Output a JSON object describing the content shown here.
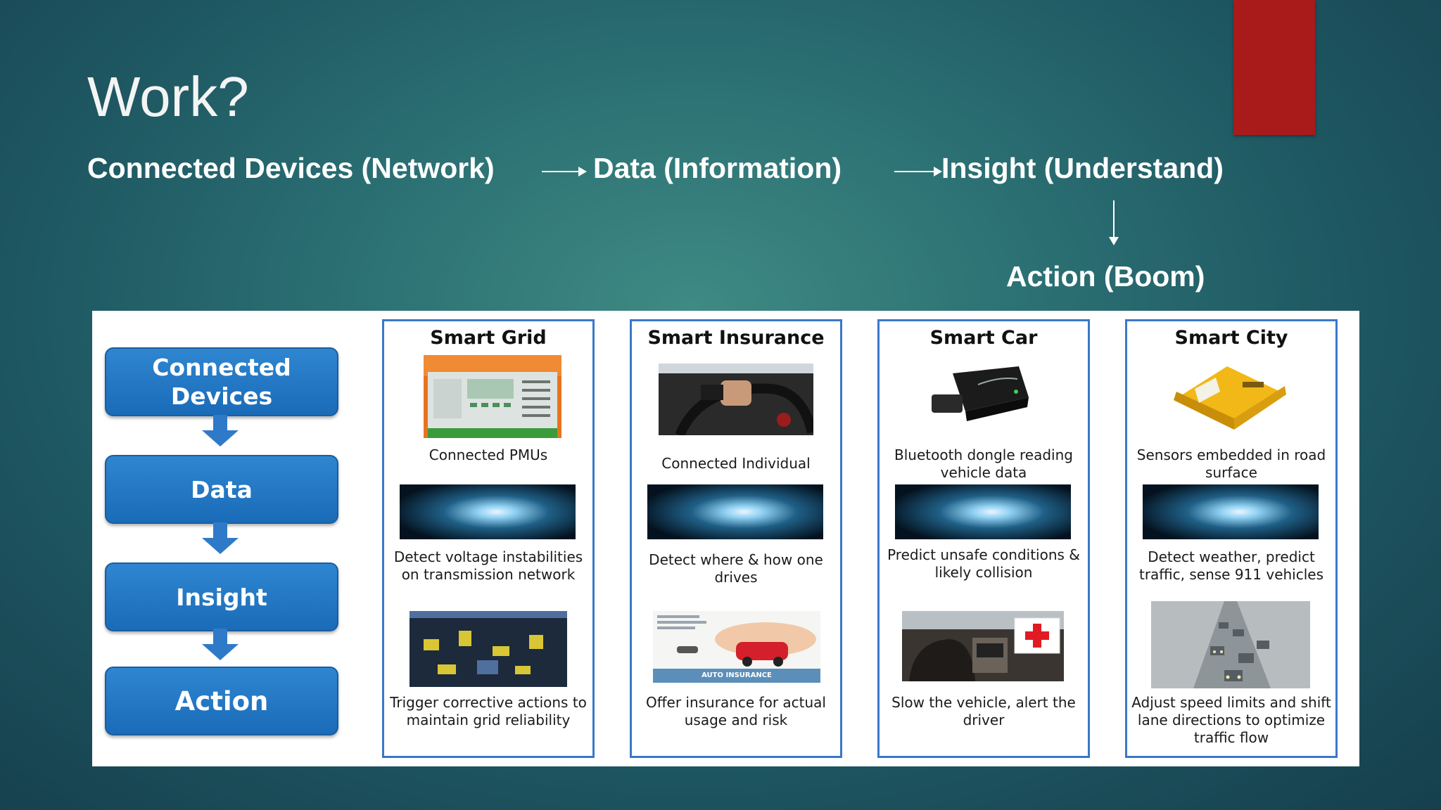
{
  "slide": {
    "title": "Work?",
    "flow": {
      "step1": "Connected Devices (Network)",
      "step2": "Data (Information)",
      "step3": "Insight (Understand)",
      "step4": "Action (Boom)"
    },
    "accent_color": "#a91a1a"
  },
  "diagram": {
    "stages": [
      "Connected Devices",
      "Data",
      "Insight",
      "Action"
    ],
    "stage_color": "#1f73bd",
    "columns": [
      {
        "title": "Smart Grid",
        "device": "Connected PMUs",
        "data": "Detect voltage instabilities on transmission network",
        "action": "Trigger corrective actions to maintain grid reliability"
      },
      {
        "title": "Smart Insurance",
        "device": "Connected Individual",
        "data": "Detect where & how one drives",
        "action": "Offer insurance for actual usage and risk"
      },
      {
        "title": "Smart Car",
        "device": "Bluetooth dongle reading vehicle data",
        "data": "Predict unsafe conditions & likely collision",
        "action": "Slow the vehicle, alert the driver"
      },
      {
        "title": "Smart City",
        "device": "Sensors embedded in road surface",
        "data": "Detect weather, predict traffic, sense 911 vehicles",
        "action": "Adjust speed limits and shift lane directions to optimize traffic flow"
      }
    ],
    "insurance_banner": "AUTO INSURANCE"
  }
}
